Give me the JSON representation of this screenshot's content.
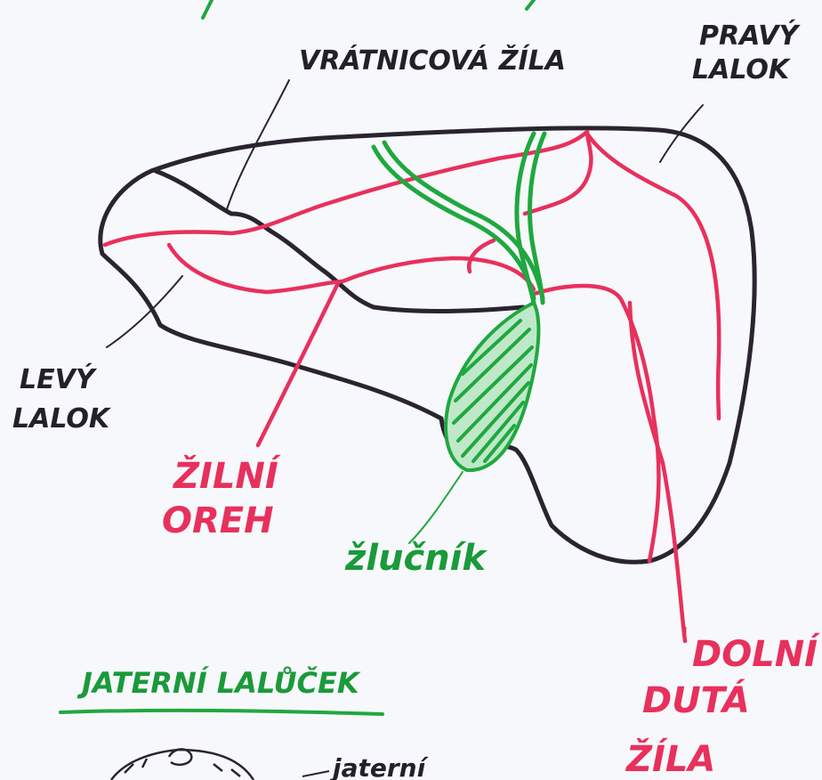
{
  "labels": {
    "portal_vein": "VRÁTNICOVÁ ŽÍLA",
    "right_lobe_1": "PRAVÝ",
    "right_lobe_2": "LALOK",
    "left_lobe_1": "LEVÝ",
    "left_lobe_2": "LALOK",
    "vein_node_1": "ŽILNÍ",
    "vein_node_2": "OREH",
    "gallbladder": "žlučník",
    "inferior_vena_cava_1": "DOLNÍ",
    "inferior_vena_cava_2": "DUTÁ",
    "inferior_vena_cava_3": "ŽÍLA",
    "lobule_heading": "JATERNÍ LALŮČEK",
    "lobule_partial": "jaterní"
  },
  "colors": {
    "outline": "#2a2430",
    "vessels": "#e8305d",
    "bile": "#1fa83f",
    "label_dark": "#23202a",
    "label_red": "#e8305d",
    "label_green": "#1a9a3a"
  }
}
